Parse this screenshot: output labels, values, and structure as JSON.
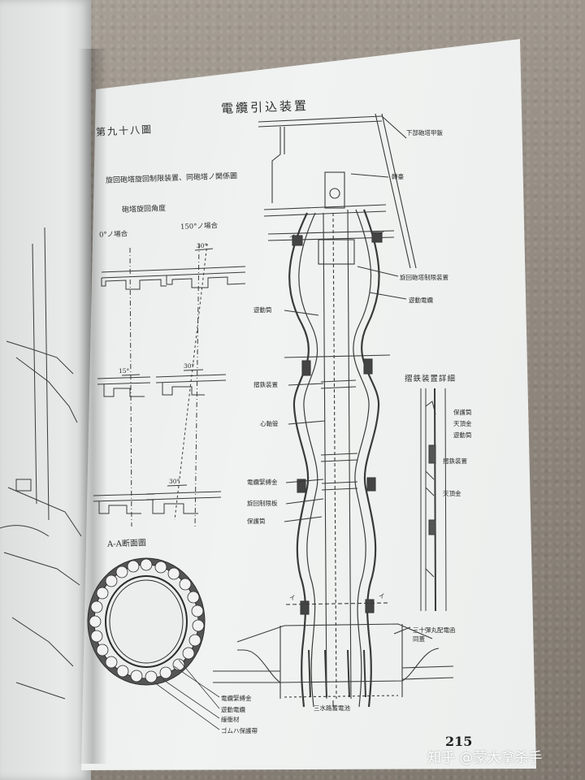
{
  "page": {
    "title": "電纜引込装置",
    "figure_number": "第九十八圖",
    "page_number": "215"
  },
  "left_panel": {
    "subtitle": "旋回砲塔旋回制限装置、同砲塔ノ関係圖",
    "angle_title": "砲塔旋回角度",
    "positions": [
      "0°ノ場合",
      "150°ノ場合"
    ],
    "angle_marks": [
      "30°",
      "15°",
      "30°",
      "30°"
    ]
  },
  "section": {
    "title": "A-A断面圖",
    "labels": [
      "電纜緊縛金",
      "遊動電纜",
      "緩衝材",
      "ゴムハ保護帶"
    ]
  },
  "main_labels": {
    "top_right": "下部砲塔甲鈑",
    "shaft_head": "轉臺",
    "rotation_limit": "旋回砲塔制限装置",
    "moving_cable_right": "遊動電纜",
    "moving_cable_left": "遊動筒",
    "sliding_device": "摺鉄装置",
    "center_pipe": "心軸管",
    "cable_clamp": "電纜緊縛金",
    "rotation_limit_left": "旋回制限板",
    "protection_strip": "保護筒",
    "bottom_right": "三十彈丸配電函\n同蓋",
    "bottom_center": "三水路蓄電池",
    "i_marks": [
      "イ",
      "イ",
      "イ",
      "イ"
    ]
  },
  "detail": {
    "title": "摺鉄装置詳細",
    "labels": [
      "保護筒",
      "天頂金",
      "遊動筒",
      "摺鉄装置",
      "天頂金"
    ]
  },
  "watermark": "知乎 @蒙大拿杀手"
}
